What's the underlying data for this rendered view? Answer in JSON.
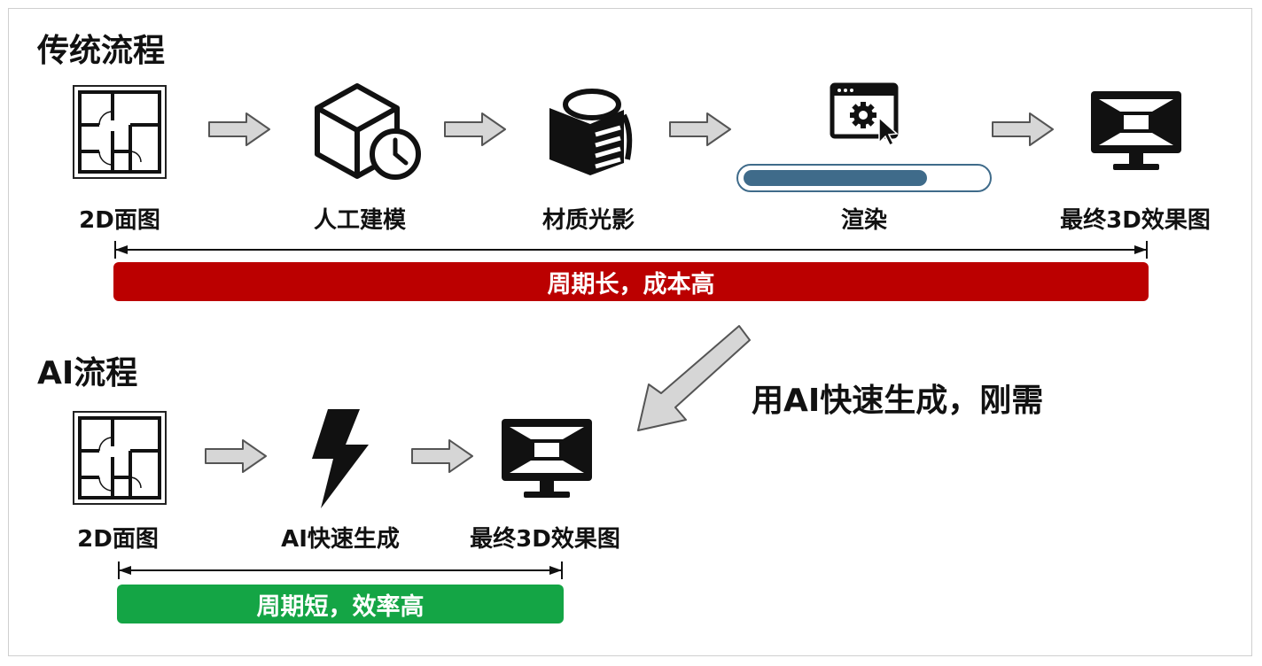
{
  "traditional": {
    "title": "传统流程",
    "steps": [
      {
        "label": "2D面图",
        "icon": "floorplan-icon"
      },
      {
        "label": "人工建模",
        "icon": "cube-clock-icon"
      },
      {
        "label": "材质光影",
        "icon": "material-icon"
      },
      {
        "label": "渲染",
        "icon": "render-settings-icon"
      },
      {
        "label": "最终3D效果图",
        "icon": "monitor-3d-icon"
      }
    ],
    "render_progress": 0.76,
    "summary": "周期长，成本高"
  },
  "ai": {
    "title": "AI流程",
    "steps": [
      {
        "label": "2D面图",
        "icon": "floorplan-icon"
      },
      {
        "label": "AI快速生成",
        "icon": "lightning-icon"
      },
      {
        "label": "最终3D效果图",
        "icon": "monitor-3d-icon"
      }
    ],
    "summary": "周期短，效率高"
  },
  "callout": "用AI快速生成，刚需",
  "colors": {
    "slow_bar": "#bb0000",
    "fast_bar": "#14a545",
    "progress_fill": "#3f6b8a",
    "arrow_fill": "#d6d6d6",
    "arrow_stroke": "#555555"
  }
}
